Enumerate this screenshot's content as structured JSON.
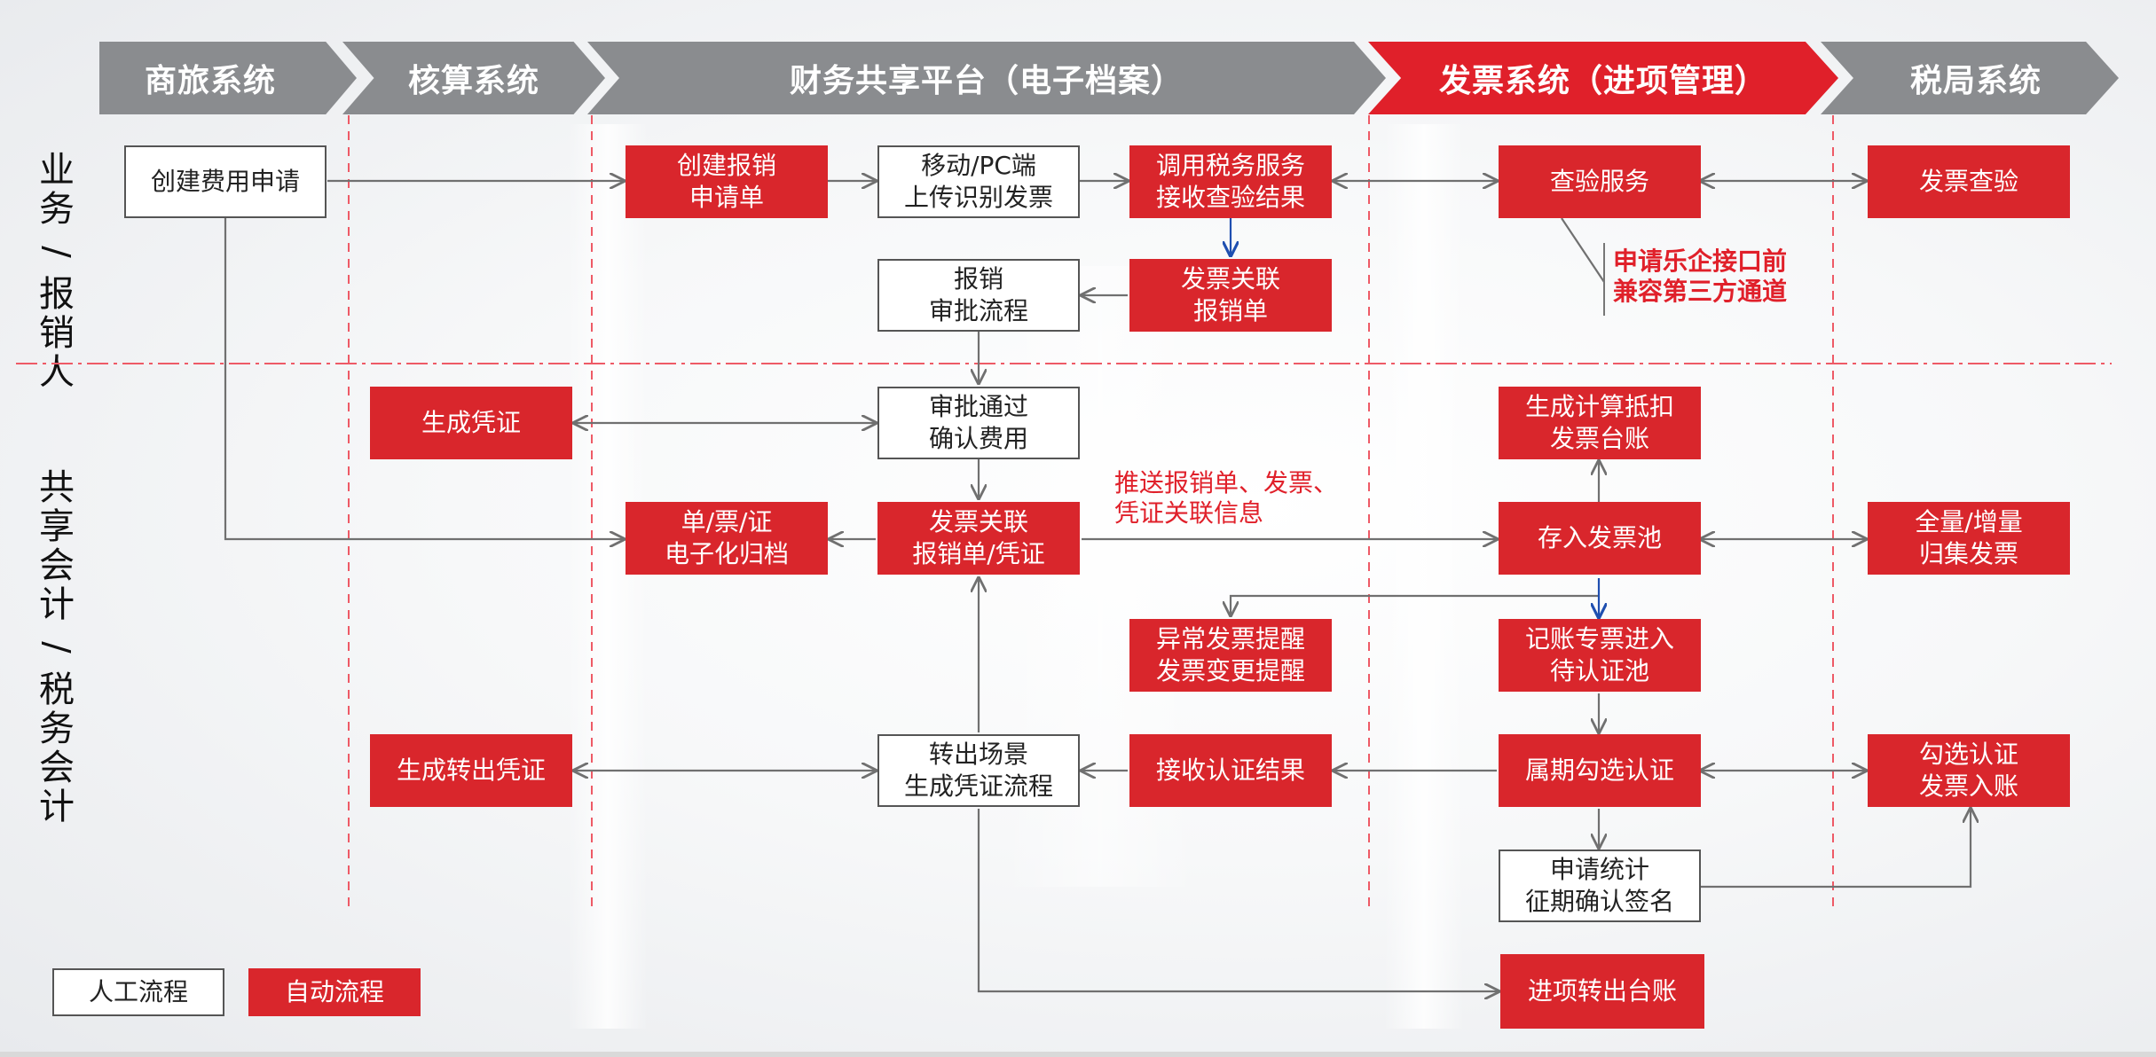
{
  "header": {
    "stages": [
      "商旅系统",
      "核算系统",
      "财务共享平台（电子档案）",
      "发票系统（进项管理）",
      "税局系统"
    ],
    "colors": {
      "gray": "#8a8c8f",
      "red": "#e0202a"
    }
  },
  "lanes": {
    "top": [
      "业",
      "务",
      "/",
      "报",
      "销",
      "人"
    ],
    "bottom": [
      "共",
      "享",
      "会",
      "计",
      "/",
      "税",
      "务",
      "会",
      "计"
    ]
  },
  "nodes": {
    "create_fee": [
      "创建费用申请"
    ],
    "create_reimb": [
      "创建报销",
      "申请单"
    ],
    "mobile_upload": [
      "移动/PC端",
      "上传识别发票"
    ],
    "call_tax": [
      "调用税务服务",
      "接收查验结果"
    ],
    "check_service": [
      "查验服务"
    ],
    "invoice_check": [
      "发票查验"
    ],
    "reimb_approval": [
      "报销",
      "审批流程"
    ],
    "link_invoice": [
      "发票关联",
      "报销单"
    ],
    "gen_voucher": [
      "生成凭证"
    ],
    "approve_confirm": [
      "审批通过",
      "确认费用"
    ],
    "gen_ledger": [
      "生成计算抵扣",
      "发票台账"
    ],
    "archive": [
      "单/票/证",
      "电子化归档"
    ],
    "link_voucher": [
      "发票关联",
      "报销单/凭证"
    ],
    "store_pool": [
      "存入发票池"
    ],
    "collect": [
      "全量/增量",
      "归集发票"
    ],
    "abnormal": [
      "异常发票提醒",
      "发票变更提醒"
    ],
    "special_pool": [
      "记账专票进入",
      "待认证池"
    ],
    "gen_transfer": [
      "生成转出凭证"
    ],
    "transfer_scene": [
      "转出场景",
      "生成凭证流程"
    ],
    "recv_cert": [
      "接收认证结果"
    ],
    "period_cert": [
      "属期勾选认证"
    ],
    "select_cert": [
      "勾选认证",
      "发票入账"
    ],
    "apply_stat": [
      "申请统计",
      "征期确认签名"
    ],
    "transfer_ledger": [
      "进项转出台账"
    ]
  },
  "notes": {
    "interface": [
      "申请乐企接口前",
      "兼容第三方通道"
    ],
    "push": [
      "推送报销单、发票、",
      "凭证关联信息"
    ]
  },
  "legend": {
    "manual": "人工流程",
    "auto": "自动流程"
  }
}
